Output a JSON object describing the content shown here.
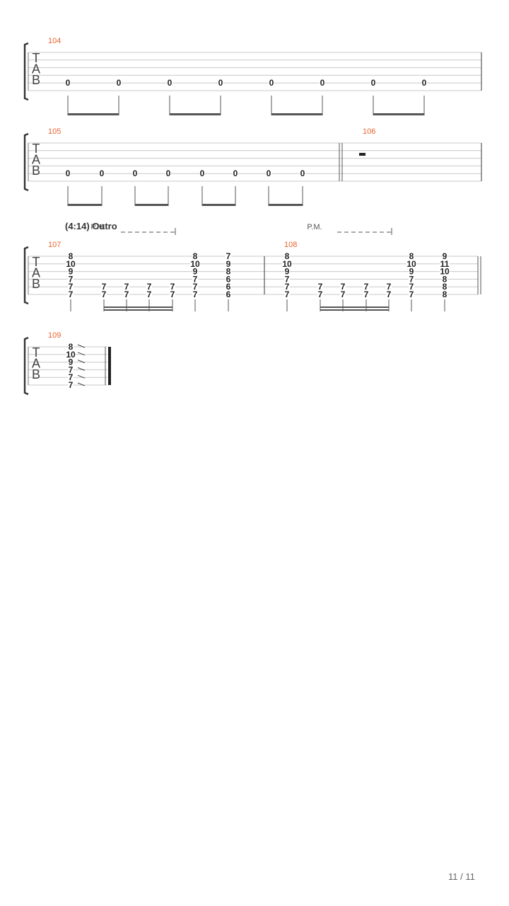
{
  "tab": {
    "clef": [
      "T",
      "A",
      "B"
    ],
    "systems": [
      {
        "measures": [
          {
            "number": "104",
            "beats": [
              [
                "",
                "",
                "",
                "",
                "0",
                ""
              ],
              [
                "",
                "",
                "",
                "",
                "0",
                ""
              ],
              [
                "",
                "",
                "",
                "",
                "0",
                ""
              ],
              [
                "",
                "",
                "",
                "",
                "0",
                ""
              ],
              [
                "",
                "",
                "",
                "",
                "0",
                ""
              ],
              [
                "",
                "",
                "",
                "",
                "0",
                ""
              ],
              [
                "",
                "",
                "",
                "",
                "0",
                ""
              ],
              [
                "",
                "",
                "",
                "",
                "0",
                ""
              ]
            ],
            "beams": [
              [
                0,
                1,
                1
              ],
              [
                2,
                3,
                1
              ],
              [
                4,
                5,
                1
              ],
              [
                6,
                7,
                1
              ]
            ]
          }
        ],
        "final_bar": "single"
      },
      {
        "measures": [
          {
            "number": "105",
            "beats": [
              [
                "",
                "",
                "",
                "",
                "0",
                ""
              ],
              [
                "",
                "",
                "",
                "",
                "0",
                ""
              ],
              [
                "",
                "",
                "",
                "",
                "0",
                ""
              ],
              [
                "",
                "",
                "",
                "",
                "0",
                ""
              ],
              [
                "",
                "",
                "",
                "",
                "0",
                ""
              ],
              [
                "",
                "",
                "",
                "",
                "0",
                ""
              ],
              [
                "",
                "",
                "",
                "",
                "0",
                ""
              ],
              [
                "",
                "",
                "",
                "",
                "0",
                ""
              ]
            ],
            "beams": [
              [
                0,
                1,
                1
              ],
              [
                2,
                3,
                1
              ],
              [
                4,
                5,
                1
              ],
              [
                6,
                7,
                1
              ]
            ],
            "repeat_end": true
          },
          {
            "number": "106",
            "rest": "whole",
            "beats": []
          }
        ],
        "final_bar": "single"
      },
      {
        "section": "(4:14) Outro",
        "measures": [
          {
            "number": "107",
            "palm_mute": "P.M.",
            "beats": [
              [
                "8",
                "10",
                "9",
                "7",
                "7",
                "7"
              ],
              [
                "",
                "",
                "",
                "",
                "7",
                "7"
              ],
              [
                "",
                "",
                "",
                "",
                "7",
                "7"
              ],
              [
                "",
                "",
                "",
                "",
                "7",
                "7"
              ],
              [
                "",
                "",
                "",
                "",
                "7",
                "7"
              ],
              [
                "8",
                "10",
                "9",
                "7",
                "7",
                "7"
              ],
              [
                "7",
                "9",
                "8",
                "6",
                "6",
                "6"
              ]
            ],
            "beams": [
              [
                1,
                4,
                2
              ]
            ]
          },
          {
            "number": "108",
            "palm_mute": "P.M.",
            "beats": [
              [
                "8",
                "10",
                "9",
                "7",
                "7",
                "7"
              ],
              [
                "",
                "",
                "",
                "",
                "7",
                "7"
              ],
              [
                "",
                "",
                "",
                "",
                "7",
                "7"
              ],
              [
                "",
                "",
                "",
                "",
                "7",
                "7"
              ],
              [
                "",
                "",
                "",
                "",
                "7",
                "7"
              ],
              [
                "8",
                "10",
                "9",
                "7",
                "7",
                "7"
              ],
              [
                "9",
                "11",
                "10",
                "8",
                "8",
                "8"
              ]
            ],
            "beams": [
              [
                1,
                4,
                2
              ]
            ]
          }
        ],
        "final_bar": "double"
      },
      {
        "measures": [
          {
            "number": "109",
            "slide_out": true,
            "beats": [
              [
                "8",
                "10",
                "9",
                "7",
                "7",
                "7"
              ]
            ]
          }
        ],
        "final_bar": "final"
      }
    ]
  },
  "footer": {
    "page": "11 / 11"
  },
  "colors": {
    "measure_number": "#e8622c",
    "staff_line": "#c8c8c8",
    "ink": "#222222",
    "beam": "#555555"
  }
}
